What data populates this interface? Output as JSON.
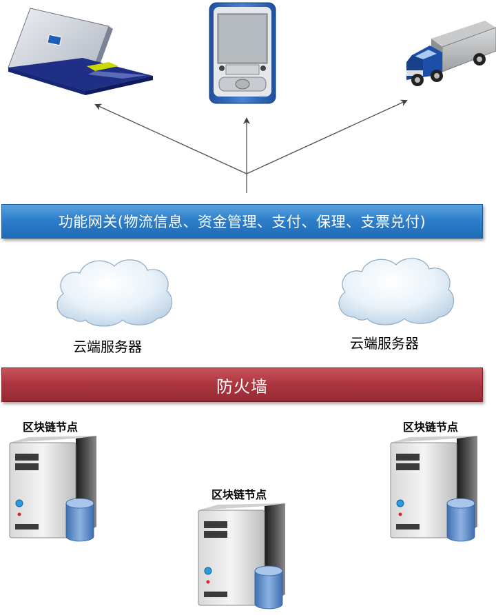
{
  "devices": [
    {
      "name": "laptop",
      "icon": "laptop-icon"
    },
    {
      "name": "pda",
      "icon": "pda-icon"
    },
    {
      "name": "truck",
      "icon": "truck-icon"
    }
  ],
  "gateway": {
    "label": "功能网关(物流信息、资金管理、支付、保理、支票兑付)",
    "color": "#2e7fcb"
  },
  "clouds": [
    {
      "label": "云端服务器",
      "icon": "cloud-icon"
    },
    {
      "label": "云端服务器",
      "icon": "cloud-icon"
    }
  ],
  "firewall": {
    "label": "防火墙",
    "color": "#ae3640"
  },
  "nodes": [
    {
      "label": "区块链节点",
      "icon": "server-database-icon"
    },
    {
      "label": "区块链节点",
      "icon": "server-database-icon"
    },
    {
      "label": "区块链节点",
      "icon": "server-database-icon"
    }
  ]
}
